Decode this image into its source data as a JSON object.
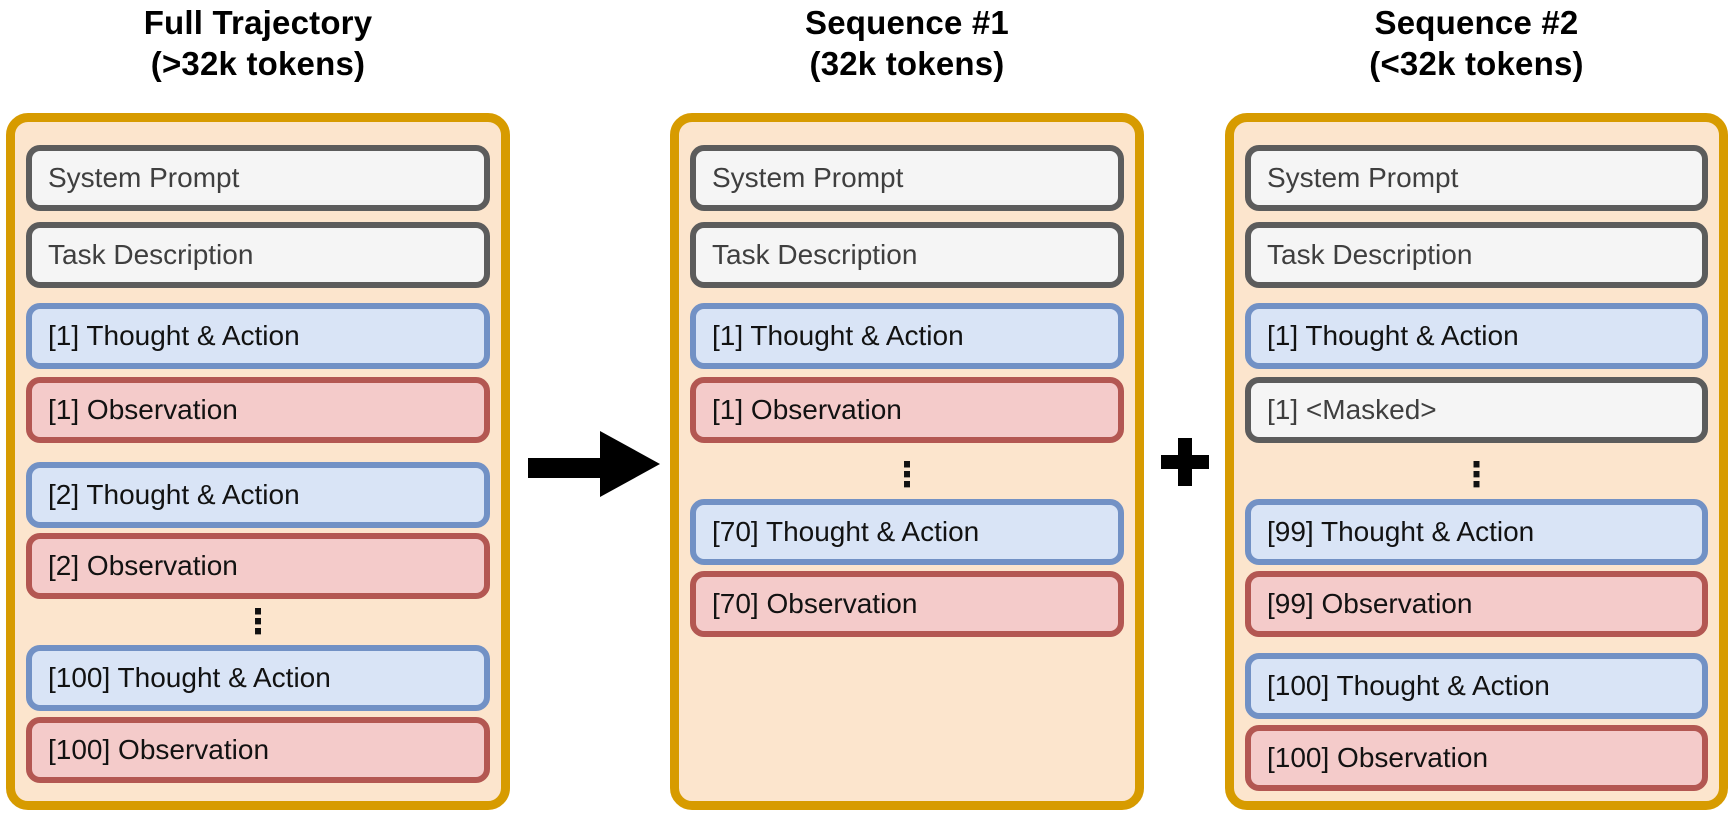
{
  "colors": {
    "panel_border": "#D79B00",
    "panel_fill": "#FCE5CD",
    "context_border": "#5C5C5C",
    "context_fill": "#F5F5F5",
    "context_text": "#3F3F3F",
    "thought_border": "#7291C5",
    "thought_fill": "#D9E4F6",
    "observation_border": "#B35752",
    "observation_fill": "#F4CBCA",
    "box_text": "#121212",
    "title_text": "#000000",
    "operator_color": "#000000"
  },
  "panels": [
    {
      "id": "full-trajectory",
      "title_line1": "Full Trajectory",
      "title_line2": "(>32k tokens)",
      "boxes": [
        {
          "label": "System Prompt",
          "type": "context"
        },
        {
          "label": "Task Description",
          "type": "context"
        },
        {
          "label": "[1] Thought & Action",
          "type": "thought"
        },
        {
          "label": "[1] Observation",
          "type": "observation"
        },
        {
          "label": "[2] Thought & Action",
          "type": "thought"
        },
        {
          "label": "[2] Observation",
          "type": "observation"
        },
        {
          "label": "⋮",
          "type": "ellipsis"
        },
        {
          "label": "[100] Thought & Action",
          "type": "thought"
        },
        {
          "label": "[100] Observation",
          "type": "observation"
        }
      ]
    },
    {
      "id": "sequence-1",
      "title_line1": "Sequence #1",
      "title_line2": "(32k tokens)",
      "boxes": [
        {
          "label": "System Prompt",
          "type": "context"
        },
        {
          "label": "Task Description",
          "type": "context"
        },
        {
          "label": "[1] Thought & Action",
          "type": "thought"
        },
        {
          "label": "[1] Observation",
          "type": "observation"
        },
        {
          "label": "⋮",
          "type": "ellipsis"
        },
        {
          "label": "[70] Thought & Action",
          "type": "thought"
        },
        {
          "label": "[70] Observation",
          "type": "observation"
        }
      ]
    },
    {
      "id": "sequence-2",
      "title_line1": "Sequence #2",
      "title_line2": "(<32k tokens)",
      "boxes": [
        {
          "label": "System Prompt",
          "type": "context"
        },
        {
          "label": "Task Description",
          "type": "context"
        },
        {
          "label": "[1] Thought & Action",
          "type": "thought"
        },
        {
          "label": "[1] <Masked>",
          "type": "context"
        },
        {
          "label": "⋮",
          "type": "ellipsis"
        },
        {
          "label": "[99] Thought & Action",
          "type": "thought"
        },
        {
          "label": "[99] Observation",
          "type": "observation"
        },
        {
          "label": "[100] Thought & Action",
          "type": "thought"
        },
        {
          "label": "[100] Observation",
          "type": "observation"
        }
      ]
    }
  ],
  "operators": [
    {
      "icon": "arrow-right-icon",
      "meaning": "split into"
    },
    {
      "icon": "plus-icon",
      "meaning": "+"
    }
  ]
}
